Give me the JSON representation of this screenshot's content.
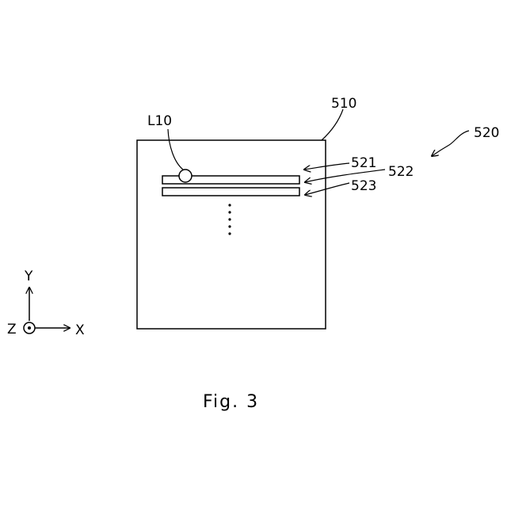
{
  "labels": {
    "panel": "510",
    "assembly": "520",
    "line_top": "521",
    "line_mid": "522",
    "line_bottom": "523",
    "light": "L10"
  },
  "axes": {
    "x": "X",
    "y": "Y",
    "z": "Z"
  },
  "caption": "Fig. 3"
}
